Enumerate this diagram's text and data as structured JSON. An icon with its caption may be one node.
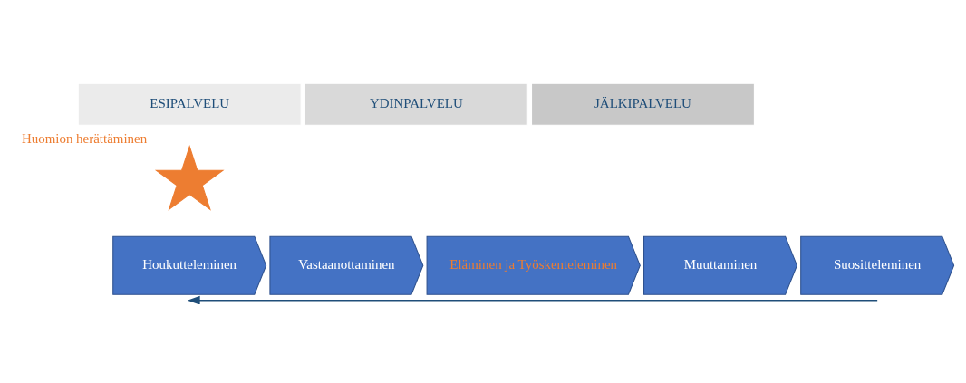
{
  "diagram": {
    "nodes": [
      {
        "text": [
          "ESIPALVELU"
        ]
      },
      {
        "text": [
          "YDINPALVELU"
        ]
      },
      {
        "text": [
          "JÄLKIPALVELU"
        ]
      },
      {
        "text": [
          "Huomion herättäminen"
        ]
      },
      {
        "text": [
          "Houkutteleminen"
        ]
      },
      {
        "text": [
          "Vastaanottaminen"
        ]
      },
      {
        "text": [
          "Eläminen ja Työskenteleminen"
        ]
      },
      {
        "text": [
          "Muuttaminen"
        ]
      },
      {
        "text": [
          "Suositteleminen"
        ]
      }
    ],
    "edges": [
      {
        "from": 8,
        "to": 4,
        "arrow": "to"
      }
    ]
  }
}
